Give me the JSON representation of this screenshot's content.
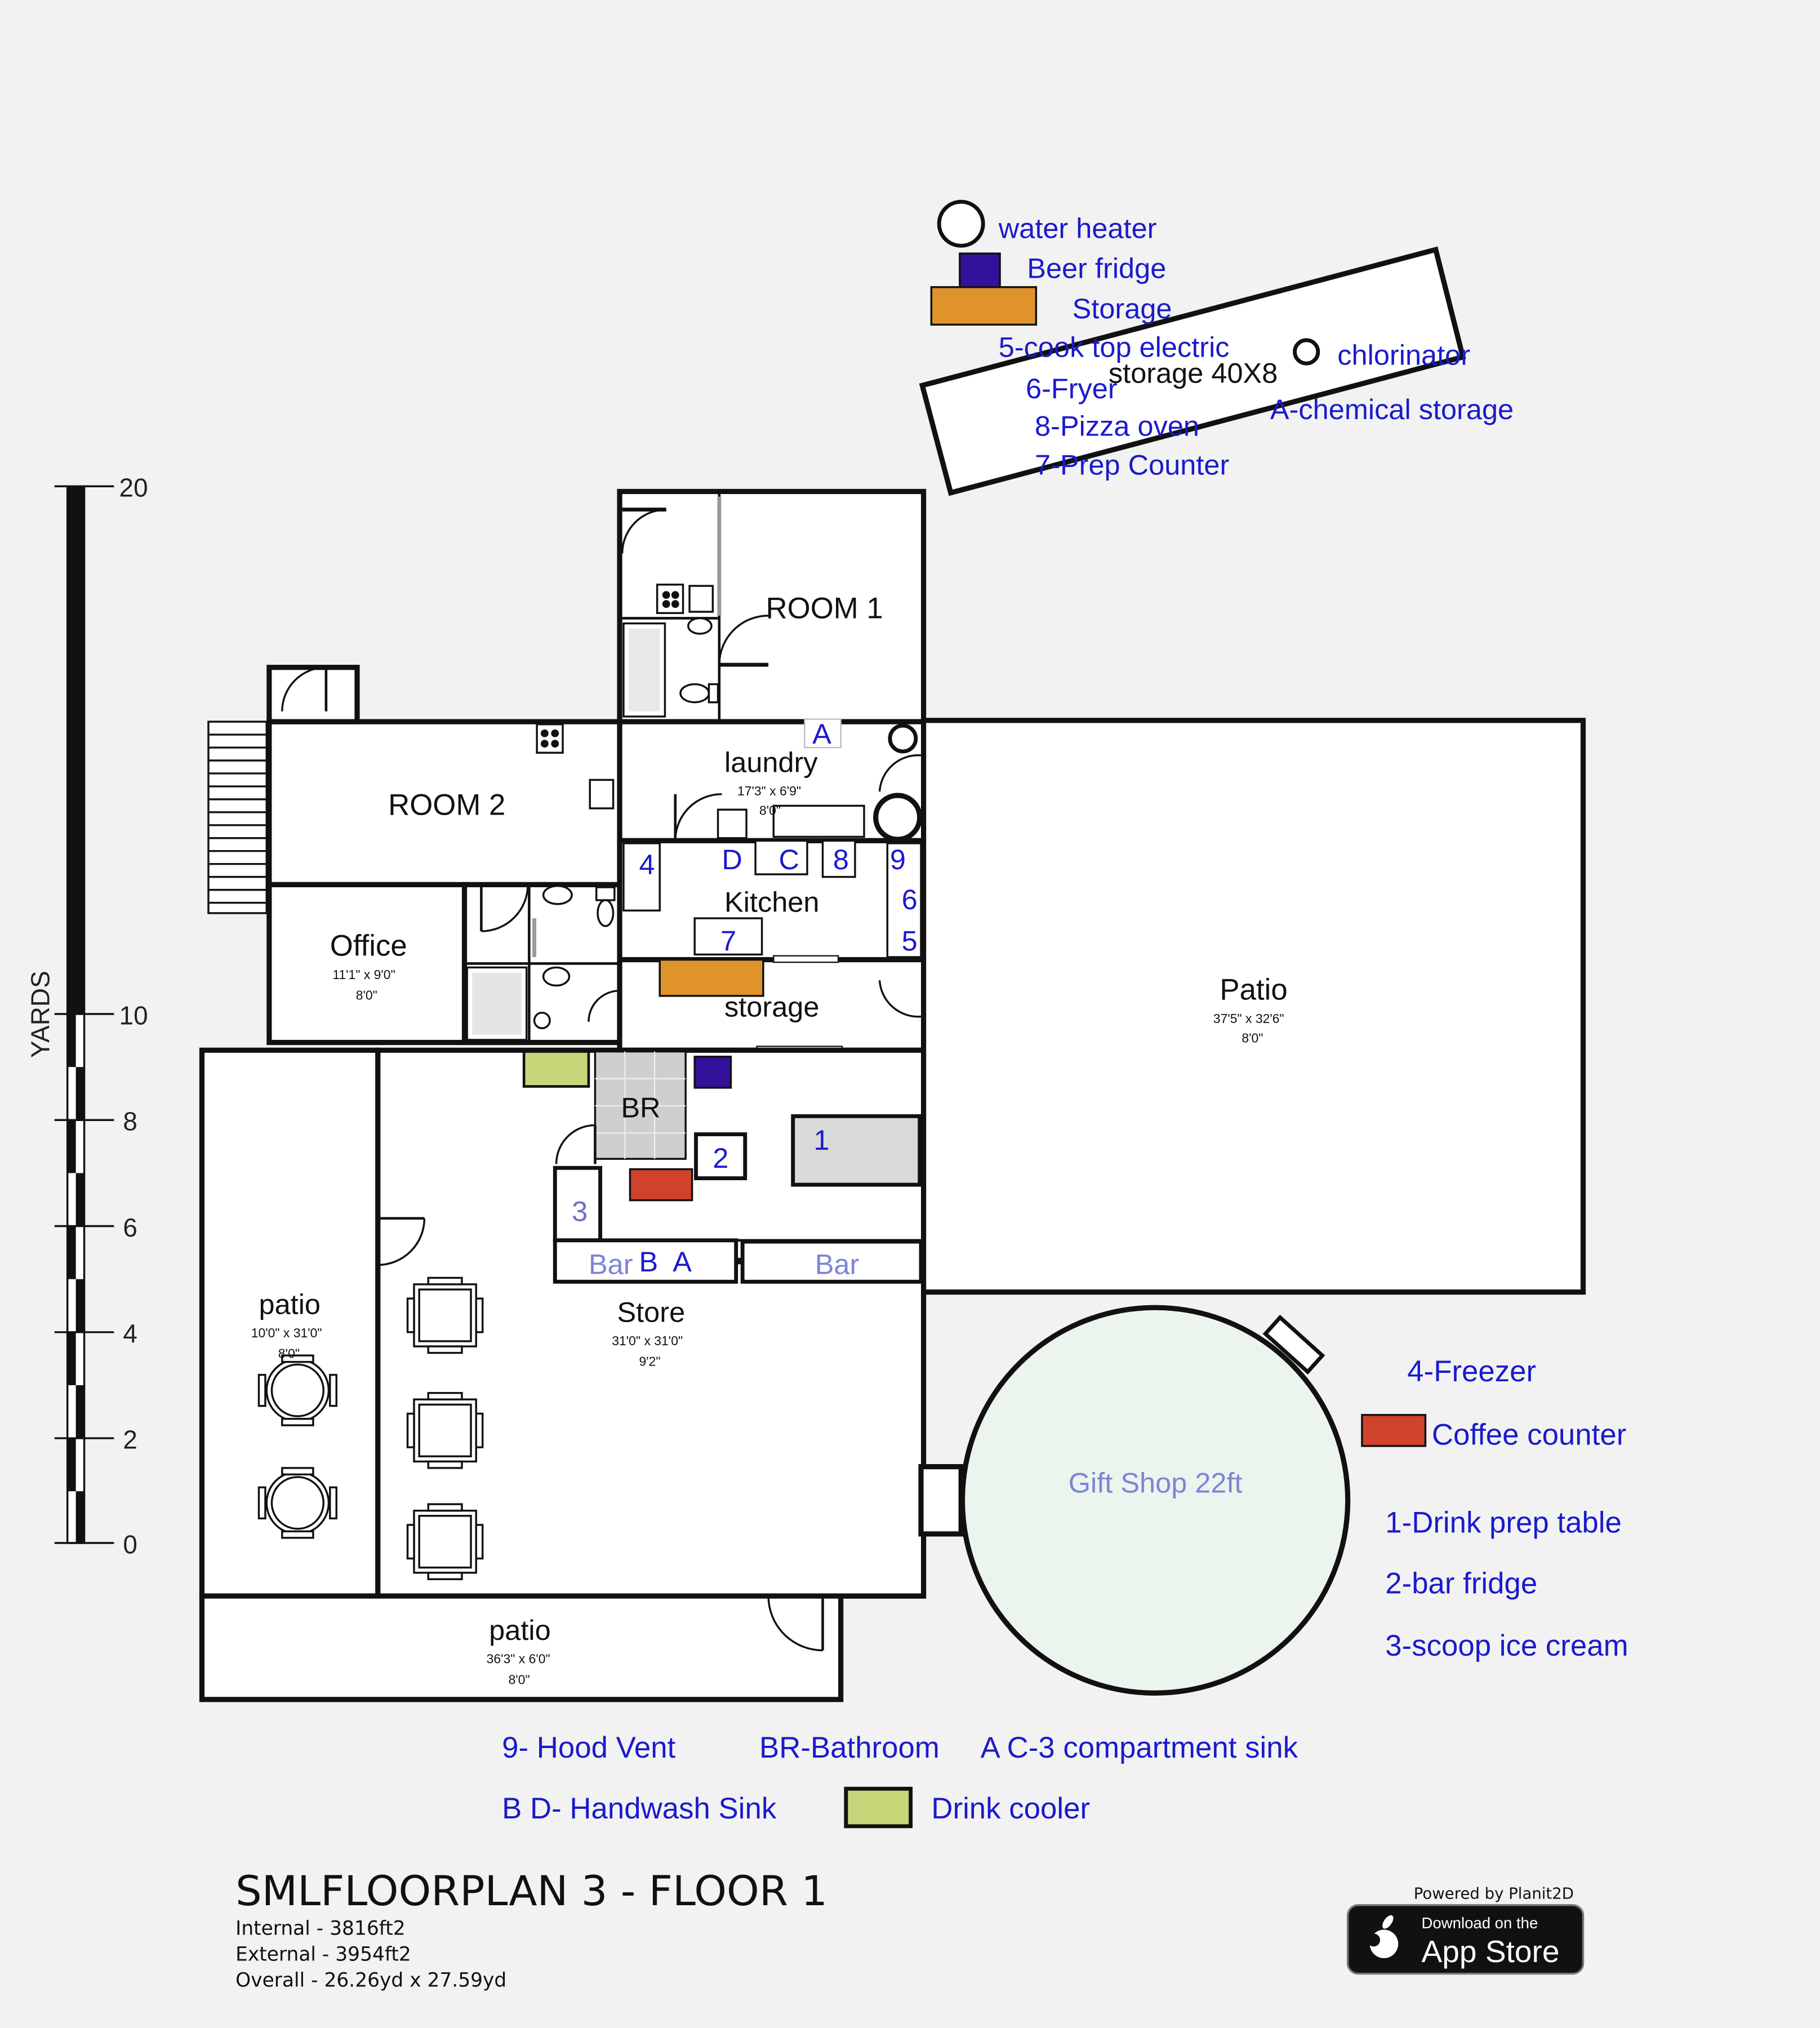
{
  "rooms": {
    "room1": "ROOM 1",
    "room2": "ROOM 2",
    "laundry": {
      "name": "laundry",
      "dims": "17'3\" x 6'9\"",
      "height": "8'0\""
    },
    "kitchen": "Kitchen",
    "office": {
      "name": "Office",
      "dims": "11'1\" x 9'0\"",
      "height": "8'0\""
    },
    "storage": "storage",
    "br": "BR",
    "patio_main": {
      "name": "Patio",
      "dims": "37'5\" x 32'6\"",
      "height": "8'0\""
    },
    "store": {
      "name": "Store",
      "dims": "31'0\" x 31'0\"",
      "height": "9'2\""
    },
    "patio_left": {
      "name": "patio",
      "dims": "10'0\" x 31'0\"",
      "height": "8'0\""
    },
    "patio_bottom": {
      "name": "patio",
      "dims": "36'3\" x 6'0\"",
      "height": "8'0\""
    },
    "gift_shop": "Gift Shop 22ft",
    "storage_container": "storage 40X8"
  },
  "markers": {
    "laundry_a": "A",
    "k4": "4",
    "kD": "D",
    "kC": "C",
    "k8": "8",
    "k9": "9",
    "k6": "6",
    "k5": "5",
    "k7": "7",
    "s1": "1",
    "s2": "2",
    "s3": "3",
    "bar_left": "Bar",
    "bar_b": "B",
    "bar_a": "A",
    "bar_right": "Bar"
  },
  "top_legend": {
    "water_heater": "water heater",
    "beer_fridge": "Beer fridge",
    "storage": "Storage",
    "cook_top": "5-cook top electric",
    "fryer": "6-Fryer",
    "pizza_oven": "8-Pizza oven",
    "prep_counter": "7-Prep Counter",
    "chlorinator": "chlorinator",
    "chemical_storage": "A-chemical storage"
  },
  "right_legend": {
    "freezer": "4-Freezer",
    "coffee_counter": "Coffee counter",
    "drink_prep": "1-Drink prep table",
    "bar_fridge": "2-bar fridge",
    "scoop": "3-scoop ice cream"
  },
  "bottom_legend": {
    "hood_vent": "9- Hood Vent",
    "bathroom": "BR-Bathroom",
    "sink3": "A C-3 compartment sink",
    "handwash": "B D- Handwash Sink",
    "drink_cooler": "Drink cooler"
  },
  "scale": {
    "unit": "YARDS",
    "ticks": [
      "20",
      "10",
      "8",
      "6",
      "4",
      "2",
      "0"
    ]
  },
  "footer": {
    "title": "SMLFLOORPLAN 3 - FLOOR 1",
    "internal": "Internal - 3816ft2",
    "external": "External - 3954ft2",
    "overall": "Overall - 26.26yd x 27.59yd",
    "powered": "Powered by Planit2D",
    "badge_small": "Download on the",
    "badge_big": "App Store"
  },
  "colors": {
    "wall": "#111111",
    "label_blue": "#1a1acc",
    "storage_orange": "#e0932a",
    "beer_fridge_purple": "#34119a",
    "coffee_red": "#d0432b",
    "drink_cooler_green": "#c6d77a",
    "gift_shop_fill": "#ecf4ee",
    "gift_shop_text": "#7b86d6"
  }
}
